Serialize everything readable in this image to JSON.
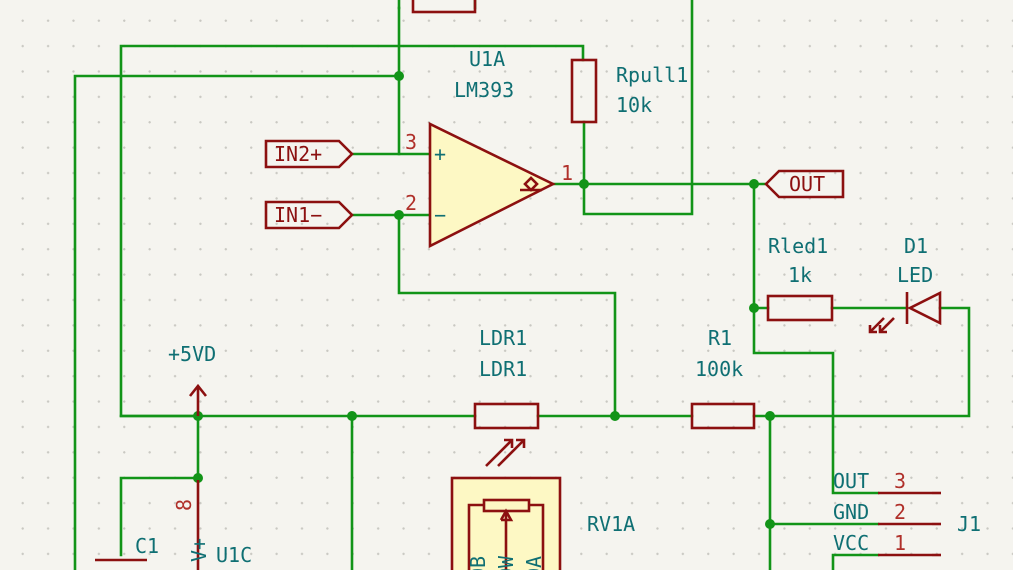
{
  "colors": {
    "background": "#f5f4ef",
    "wire": "#129418",
    "component": "#8c1010",
    "component_fill": "#fdf8c4",
    "reference_text": "#0f6f73",
    "pin_number": "#b0302a"
  },
  "comparator": {
    "ref": "U1A",
    "value": "LM393",
    "pin_plus": "3",
    "pin_minus": "2",
    "pin_out": "1",
    "plus_sign": "+",
    "minus_sign": "−"
  },
  "rpull": {
    "ref": "Rpull1",
    "value": "10k"
  },
  "rled": {
    "ref": "Rled1",
    "value": "1k"
  },
  "led": {
    "ref": "D1",
    "value": "LED"
  },
  "ldr": {
    "ref": "LDR1",
    "value": "LDR1"
  },
  "r1": {
    "ref": "R1",
    "value": "100k"
  },
  "power": {
    "label": "+5VD"
  },
  "labels": {
    "in2": "IN2+",
    "in1": "IN1−",
    "out": "OUT"
  },
  "potentiometer": {
    "ref": "RV1A",
    "pins": [
      "OB",
      "OW",
      "OA"
    ]
  },
  "cap": {
    "ref": "C1"
  },
  "u1c": {
    "ref": "U1C",
    "pin_number": "8",
    "pin_name": "V+"
  },
  "connector": {
    "ref": "J1",
    "pins": [
      {
        "name": "OUT",
        "number": "3"
      },
      {
        "name": "GND",
        "number": "2"
      },
      {
        "name": "VCC",
        "number": "1"
      }
    ]
  }
}
